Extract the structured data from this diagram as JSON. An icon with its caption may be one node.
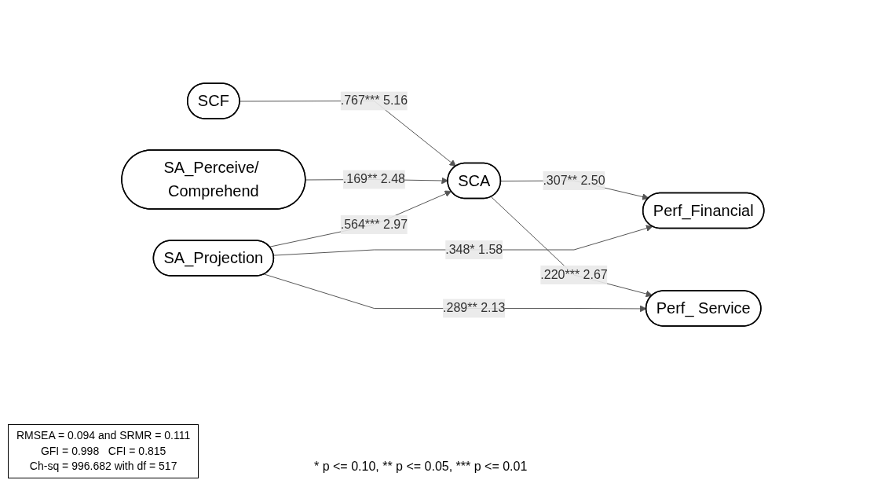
{
  "diagram": {
    "nodes": [
      {
        "text": [
          "SCF"
        ]
      },
      {
        "text": [
          "SCA"
        ]
      },
      {
        "text": [
          "Perf_Financial"
        ]
      },
      {
        "text": [
          "Perf_ Service"
        ]
      },
      {
        "text": [
          "SA_Perceive/ Comprehend"
        ]
      },
      {
        "text": [
          "SA_Projection"
        ]
      }
    ],
    "edges": [
      {
        "from": 0,
        "to": 1,
        "arrow": "to",
        "label": ".767*** 5.16"
      },
      {
        "from": 1,
        "to": 2,
        "arrow": "to",
        "label": ".307** 2.50"
      },
      {
        "from": 1,
        "to": 3,
        "arrow": "to",
        "label": ".220*** 2.67"
      },
      {
        "from": 4,
        "to": 1,
        "arrow": "to",
        "label": ".169** 2.48"
      },
      {
        "from": 5,
        "to": 1,
        "arrow": "to",
        "label": ".564*** 2.97"
      },
      {
        "from": 5,
        "to": 2,
        "arrow": "to",
        "label": ".348* 1.58"
      },
      {
        "from": 5,
        "to": 3,
        "arrow": "to",
        "label": ".289** 2.13"
      }
    ],
    "labels": [
      "RMSEA = 0.094 and SRMR = 0.111",
      "GFI = 0.998   CFI = 0.815",
      "Ch-sq = 996.682 with df = 517",
      "* p <= 0.10, ** p <= 0.05, *** p <= 0.01"
    ]
  }
}
